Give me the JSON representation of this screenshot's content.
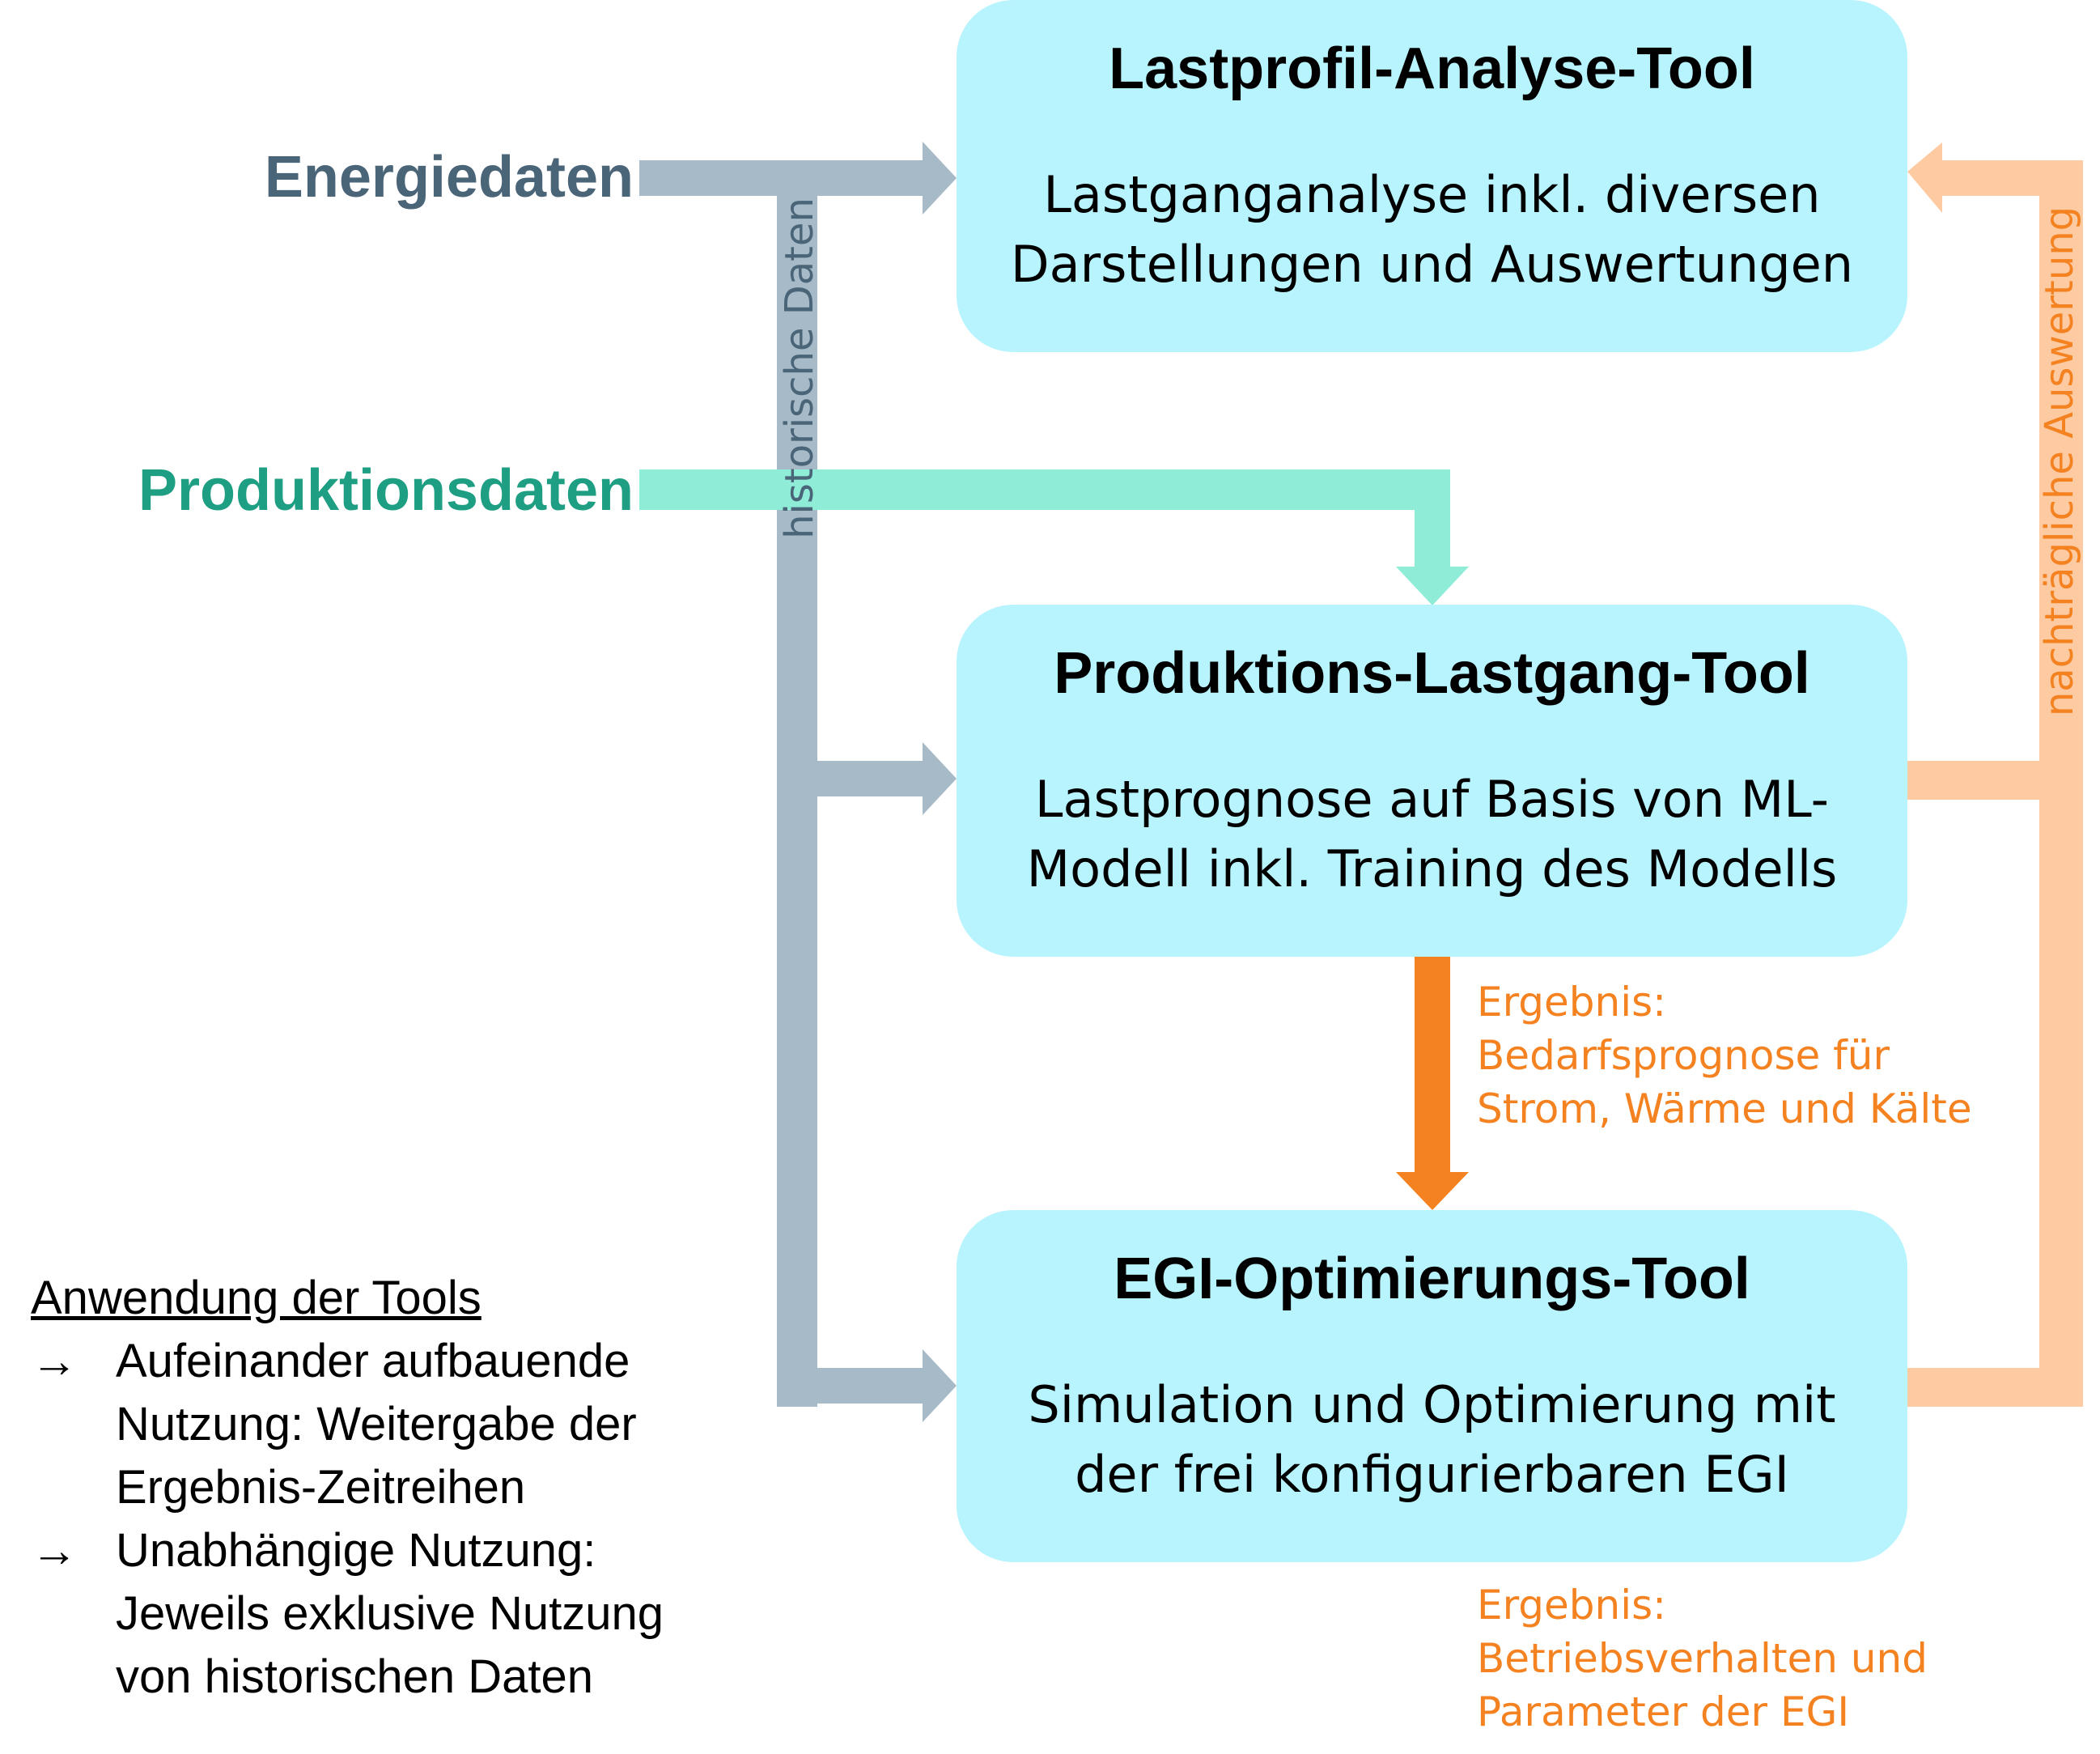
{
  "colors": {
    "box_fill": "#b8f4fe",
    "energy_arrow": "#a6bac7",
    "energy_text": "#4a6478",
    "production_arrow": "#8eecd7",
    "production_text": "#1e9e82",
    "result_arrow": "#f58220",
    "feedback_arrow": "#fdcaa2",
    "feedback_text": "#f58220",
    "history_text": "#4a6478"
  },
  "sources": {
    "energy": "Energiedaten",
    "production": "Produktionsdaten"
  },
  "vertical_labels": {
    "history": "historische Daten",
    "feedback": "nachträgliche Auswertung"
  },
  "tools": [
    {
      "title": "Lastprofil-Analyse-Tool",
      "desc_lines": [
        "Lastganganalyse inkl. diversen",
        "Darstellungen und Auswertungen"
      ]
    },
    {
      "title": "Produktions-Lastgang-Tool",
      "desc_lines": [
        "Lastprognose auf Basis von ML-",
        "Modell inkl. Training des Modells"
      ]
    },
    {
      "title": "EGI-Optimierungs-Tool",
      "desc_lines": [
        "Simulation und Optimierung mit",
        "der frei konfigurierbaren EGI"
      ]
    }
  ],
  "results": [
    [
      "Ergebnis:",
      "Bedarfsprognose für",
      "Strom, Wärme und Kälte"
    ],
    [
      "Ergebnis:",
      "Betriebsverhalten und",
      "Parameter der EGI"
    ]
  ],
  "legend": {
    "heading": "Anwendung der Tools",
    "arrow_symbol": "→",
    "items": [
      [
        "Aufeinander aufbauende",
        "Nutzung: Weitergabe der",
        "Ergebnis-Zeitreihen"
      ],
      [
        "Unabhängige Nutzung:",
        "Jeweils exklusive Nutzung",
        "von historischen Daten"
      ]
    ]
  }
}
